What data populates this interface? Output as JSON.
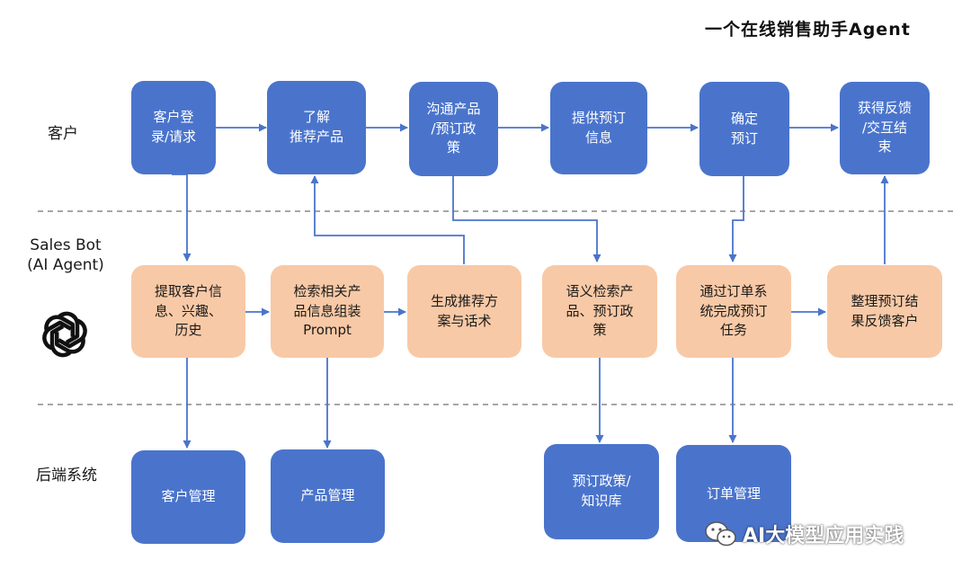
{
  "title": "一个在线销售助手Agent",
  "lanes": [
    {
      "id": "customer",
      "label": "客户"
    },
    {
      "id": "bot",
      "label": "Sales Bot\n(AI Agent)"
    },
    {
      "id": "backend",
      "label": "后端系统"
    }
  ],
  "nodes": {
    "c1": {
      "label": "客户登\n录/请求"
    },
    "c2": {
      "label": "了解\n推荐产品"
    },
    "c3": {
      "label": "沟通产品\n/预订政\n策"
    },
    "c4": {
      "label": "提供预订\n信息"
    },
    "c5": {
      "label": "确定\n预订"
    },
    "c6": {
      "label": "获得反馈\n/交互结\n束"
    },
    "b1": {
      "label": "提取客户信\n息、兴趣、\n历史"
    },
    "b2": {
      "label": "检索相关产\n品信息组装\nPrompt"
    },
    "b3": {
      "label": "生成推荐方\n案与话术"
    },
    "b4": {
      "label": "语义检索产\n品、预订政\n策"
    },
    "b5": {
      "label": "通过订单系\n统完成预订\n任务"
    },
    "b6": {
      "label": "整理预订结\n果反馈客户"
    },
    "s1": {
      "label": "客户管理"
    },
    "s2": {
      "label": "产品管理"
    },
    "s3": {
      "label": "预订政策/\n知识库"
    },
    "s4": {
      "label": "订单管理"
    }
  },
  "watermark": "AI大模型应用实践",
  "colors": {
    "customer_node": "#4a74cc",
    "bot_node": "#f8c9a6",
    "arrow": "#4a74cc",
    "divider": "#888888"
  },
  "icons": {
    "bot_logo": "openai-logo-icon",
    "watermark": "wechat-icon"
  }
}
